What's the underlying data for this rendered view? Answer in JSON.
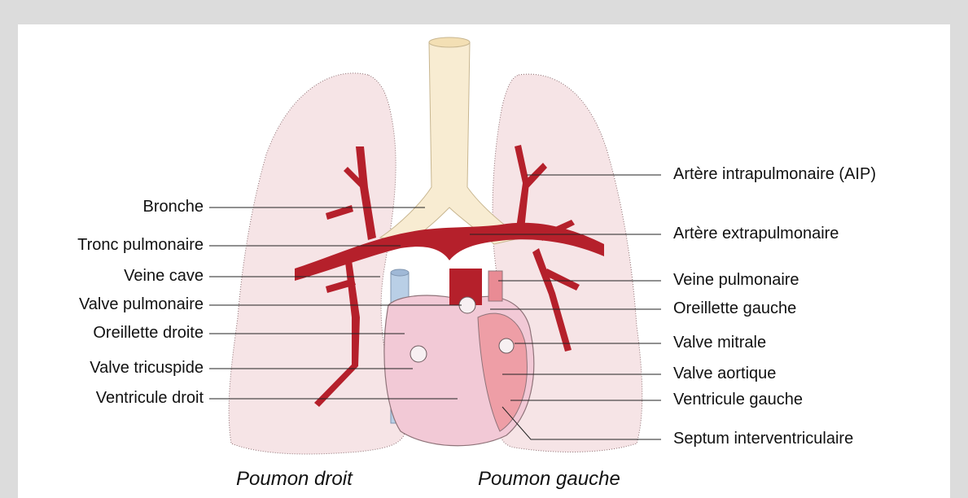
{
  "left_labels": [
    "Bronche",
    "Tronc pulmonaire",
    "Veine cave",
    "Valve pulmonaire",
    "Oreillette droite",
    "Valve tricuspide",
    "Ventricule droit"
  ],
  "right_labels": [
    "Artère intrapulmonaire (AIP)",
    "Artère extrapulmonaire",
    "Veine pulmonaire",
    "Oreillette gauche",
    "Valve mitrale",
    "Valve aortique",
    "Ventricule gauche",
    "Septum interventriculaire"
  ],
  "captions": {
    "right_lung": "Poumon droit",
    "left_lung": "Poumon gauche"
  },
  "colors": {
    "background": "#dcdcdc",
    "panel": "#ffffff",
    "lung": "#f6e4e6",
    "trachea": "#f8ecd2",
    "artery": "#b5202b",
    "heart": "#f2c9d6",
    "vena_cava": "#b9cfe6"
  }
}
